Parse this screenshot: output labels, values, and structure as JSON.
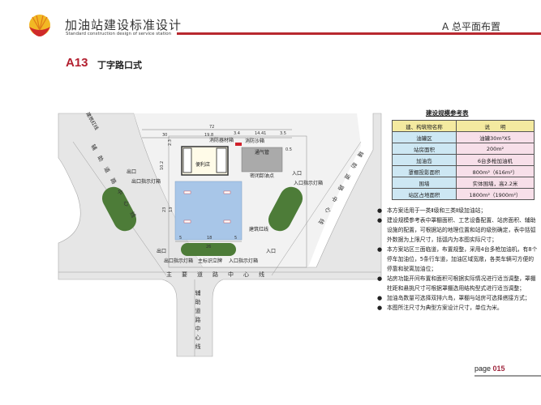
{
  "header": {
    "brand_cn": "加油站建设标准设计",
    "brand_en": "Standard construction design of service station",
    "section": "A  总平面布置",
    "accent_color": "#b8282f"
  },
  "page_title": {
    "code": "A13",
    "title": "丁字路口式"
  },
  "plan": {
    "building_line": "建筑红线",
    "convenience_store": "便利店",
    "fire_box": "消防器材箱",
    "fire_sand": "消防沙箱",
    "vent_pipe": "通气管",
    "tank_unload": "密闭卸油点",
    "exit": "出口",
    "entrance": "入口",
    "exit_light_box": "出口指示灯箱",
    "entrance_light_box": "入口指示灯箱",
    "main_sign": "主标识立牌",
    "main_road_center": "主要道路中心线",
    "aux_road_center": "辅助道路中心线",
    "dims": {
      "total": "72",
      "d30": "30",
      "d19_8": "19.8",
      "d3_4": "3.4",
      "d14_41": "14.41",
      "d3_5": "3.5",
      "d0_5": "0.5",
      "d10_2": "10.2",
      "d23": "23",
      "d13": "13",
      "d5": "5",
      "d18": "18",
      "d26": "26",
      "d2_3": "2.3"
    }
  },
  "reference_table": {
    "title": "建设规模参考表",
    "headers": [
      "建、构筑物名称",
      "说　　明"
    ],
    "rows": [
      [
        "油罐区",
        "油罐30m³X5"
      ],
      [
        "站房面积",
        "200m²"
      ],
      [
        "加油岛",
        "6台多枪加油机"
      ],
      [
        "罩棚投影面积",
        "800m²（616m²）"
      ],
      [
        "围墙",
        "实体围墙，高2.2米"
      ],
      [
        "站区占地面积",
        "1800m²（1900m²）"
      ]
    ]
  },
  "notes": [
    "本方案适用于一类Ⅱ级和三类Ⅱ级加油站；",
    "建设规模参考表中罩棚面积、工艺设备配置、站房面积、辅助设施的配置，可根据站的地理位置和站的级别确定，表中括弧外数据为上限尺寸，括弧内为本图实际尺寸；",
    "本方案站区三面临道，布置规整，采用4台多枪加油机，有8个停车加油位，5条行车道，加油区域宽敞，各类车辆可方便的停靠和驶离加油位；",
    "站房功能开间布置和面积可根据实际情况进行适当调整，罩棚柱距和悬挑尺寸可根据罩棚选用结构型式进行适当调整；",
    "加油岛数量可选择双排六岛，罩棚与站房可选择搭接方式；",
    "本图所注尺寸为典型方案设计尺寸，单位为米。"
  ],
  "footer": {
    "page_label": "page",
    "page_number": "015"
  }
}
